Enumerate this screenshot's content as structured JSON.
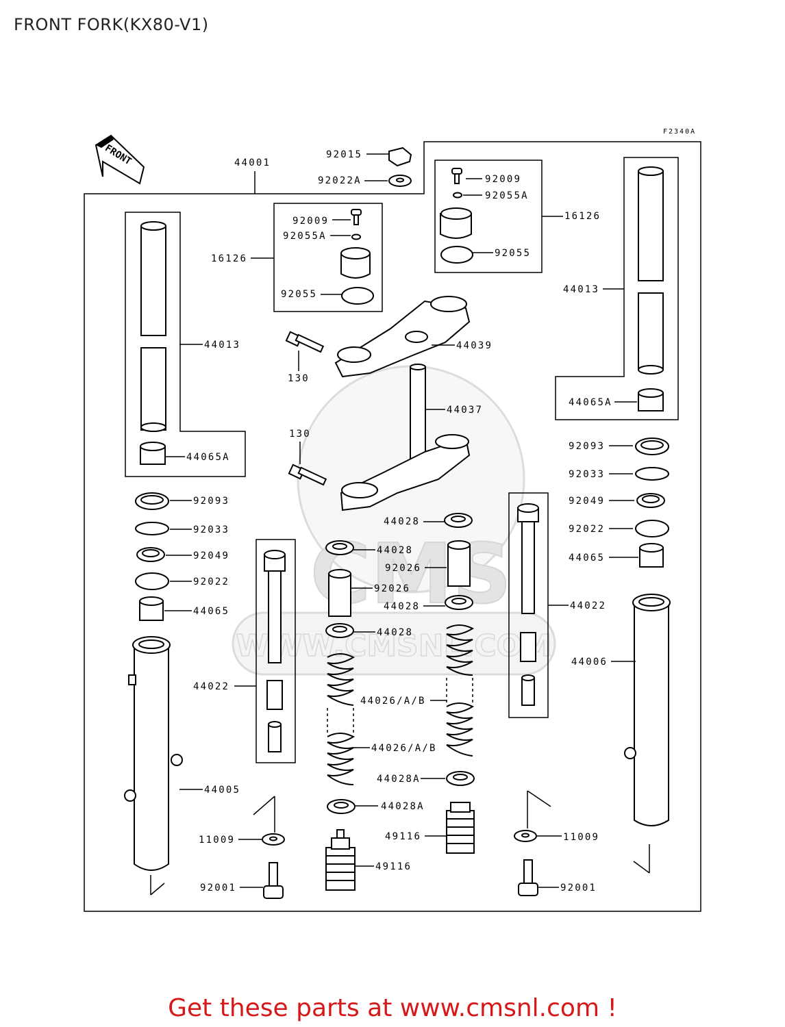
{
  "title": "FRONT FORK(KX80-V1)",
  "diagram_code": "F2340A",
  "front_arrow_label": "FRONT",
  "footer": "Get these parts at www.cmsnl.com !",
  "watermark": "CMS",
  "watermark_url": "WWW.CMSNL.COM",
  "labels": {
    "l92015": "92015",
    "l92022A": "92022A",
    "l44001": "44001",
    "l92009_l": "92009",
    "l92055A_l": "92055A",
    "l16126_l": "16126",
    "l92055_l": "92055",
    "l92009_r": "92009",
    "l92055A_r": "92055A",
    "l16126_r": "16126",
    "l92055_r": "92055",
    "l44013_l": "44013",
    "l44013_r": "44013",
    "l44039": "44039",
    "l130_a": "130",
    "l44037": "44037",
    "l130_b": "130",
    "l44065A_l": "44065A",
    "l44065A_r": "44065A",
    "l92093_r": "92093",
    "l92033_r": "92033",
    "l92049_r": "92049",
    "l92022_r": "92022",
    "l44065_r": "44065",
    "l92093_l": "92093",
    "l92033_l": "92033",
    "l92049_l": "92049",
    "l92022_l": "92022",
    "l44065_l": "44065",
    "l44028_a": "44028",
    "l44028_b": "44028",
    "l92026_a": "92026",
    "l92026_b": "92026",
    "l44028_c": "44028",
    "l44028_d": "44028",
    "l44022_l": "44022",
    "l44022_r": "44022",
    "l44006": "44006",
    "l44026_a": "44026/A/B",
    "l44026_b": "44026/A/B",
    "l44028A_a": "44028A",
    "l44028A_b": "44028A",
    "l44005": "44005",
    "l49116_a": "49116",
    "l49116_b": "49116",
    "l11009_l": "11009",
    "l11009_r": "11009",
    "l92001_l": "92001",
    "l92001_r": "92001"
  }
}
